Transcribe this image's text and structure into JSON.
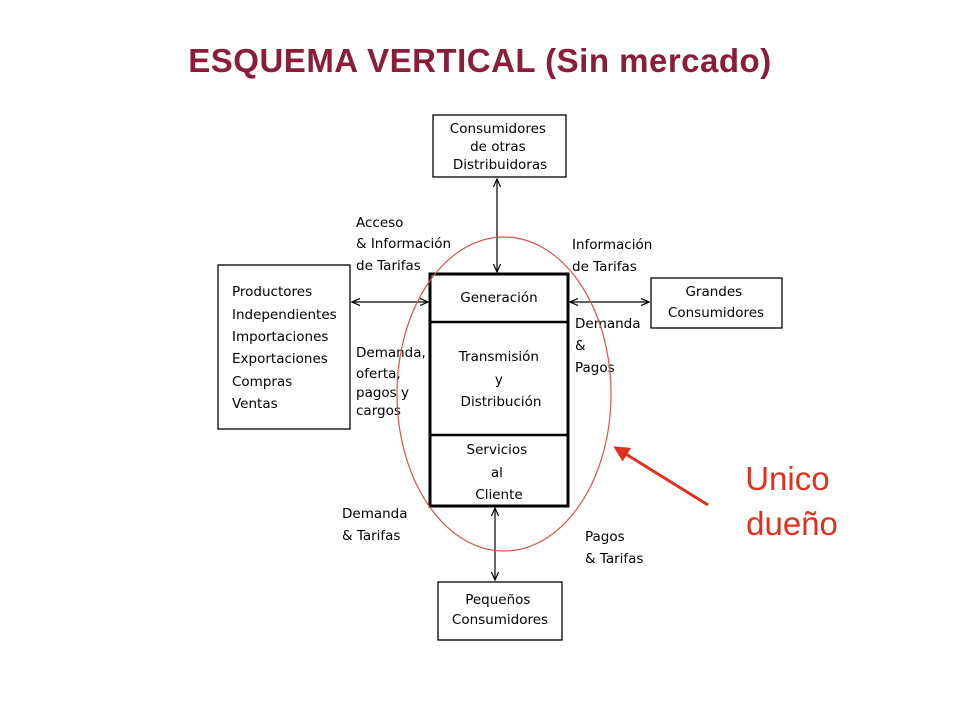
{
  "title": "ESQUEMA  VERTICAL (Sin mercado)",
  "colors": {
    "title": "#8b1d3a",
    "highlight": "#e0301e",
    "ellipse": "#d9534f"
  },
  "nodes": {
    "consumidores_otras": [
      "Consumidores",
      "de otras",
      "Distribuidoras"
    ],
    "productores": [
      "Productores",
      "Independientes",
      "Importaciones",
      "Exportaciones",
      "Compras",
      "Ventas"
    ],
    "generacion": [
      "Generación"
    ],
    "transmision": [
      "Transmisión",
      "y",
      "Distribución"
    ],
    "servicios": [
      "Servicios",
      "al",
      "Cliente"
    ],
    "grandes": [
      "Grandes",
      "Consumidores"
    ],
    "pequenos": [
      "Pequeños",
      "Consumidores"
    ]
  },
  "labels": {
    "acceso": [
      "Acceso",
      "& Información",
      "de Tarifas"
    ],
    "info_tarifas": [
      "Información",
      "de Tarifas"
    ],
    "demanda_oferta": [
      "Demanda,",
      "oferta,",
      "pagos y",
      "cargos"
    ],
    "demanda_pagos": [
      "Demanda",
      "&",
      "Pagos"
    ],
    "demanda_tarifas": [
      "Demanda",
      "& Tarifas"
    ],
    "pagos_tarifas": [
      "Pagos",
      "& Tarifas"
    ]
  },
  "annotation": [
    "Unico",
    "dueño"
  ]
}
